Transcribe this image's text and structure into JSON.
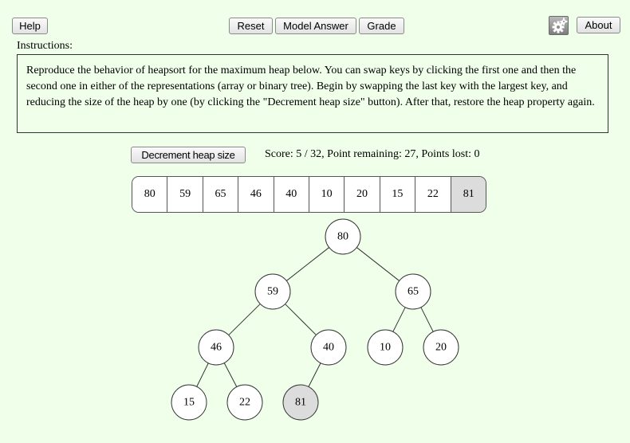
{
  "toolbar": {
    "help_label": "Help",
    "reset_label": "Reset",
    "model_answer_label": "Model Answer",
    "grade_label": "Grade",
    "about_label": "About",
    "settings_icon": "gear-icon"
  },
  "instructions": {
    "label": "Instructions:",
    "text": "Reproduce the behavior of heapsort for the maximum heap below. You can swap keys by clicking the first one and then the second one in either of the representations (array or binary tree). Begin by swapping the last key with the largest key, and reducing the size of the heap by one (by clicking the \"Decrement heap size\" button). After that, restore the heap property again."
  },
  "controls": {
    "decrement_label": "Decrement heap size",
    "score_text": "Score: 5 / 32, Point remaining: 27, Points lost: 0"
  },
  "heap": {
    "values": [
      "80",
      "59",
      "65",
      "46",
      "40",
      "10",
      "20",
      "15",
      "22",
      "81"
    ],
    "sorted_count": 1,
    "sorted_fill": "#dcdcdc"
  }
}
